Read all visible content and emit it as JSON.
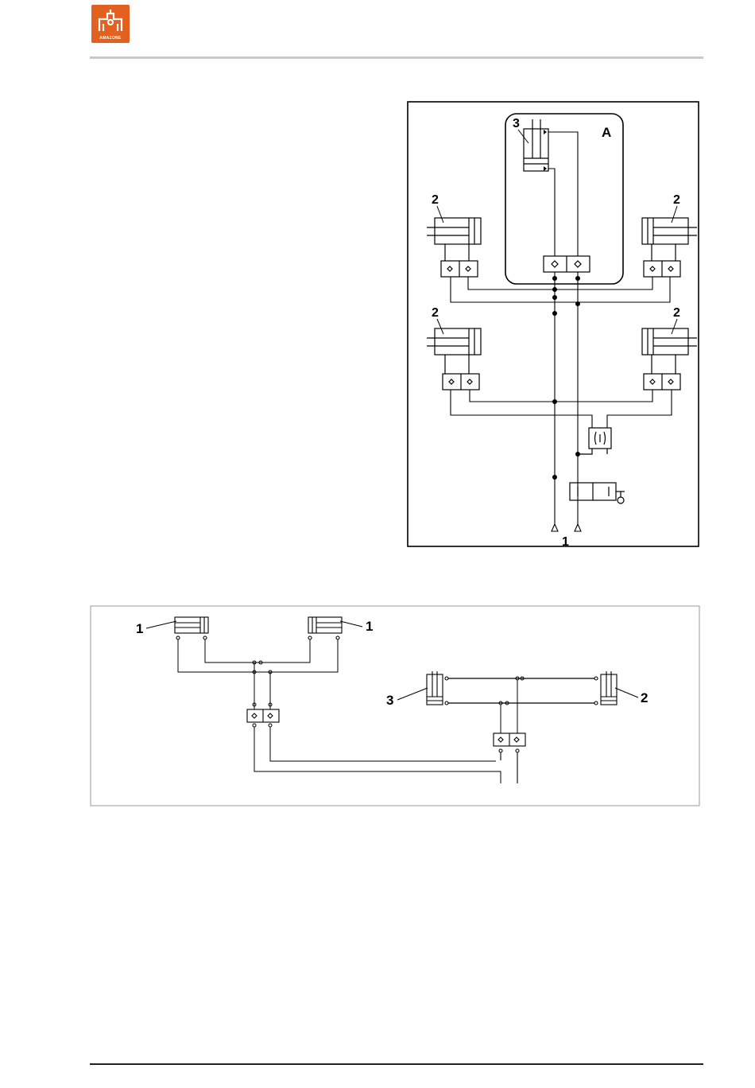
{
  "header": {
    "logo_text": "AMAZONE",
    "brand_color": "#e2611e"
  },
  "diagram_top": {
    "label_A": "A",
    "label_cyl_3": "3",
    "label_cyl_2_tl": "2",
    "label_cyl_2_tr": "2",
    "label_cyl_2_ml": "2",
    "label_cyl_2_mr": "2",
    "label_supply_1": "1"
  },
  "diagram_bottom": {
    "label_cyl_1_left": "1",
    "label_cyl_1_right": "1",
    "label_cyl_3": "3",
    "label_cyl_2": "2"
  }
}
